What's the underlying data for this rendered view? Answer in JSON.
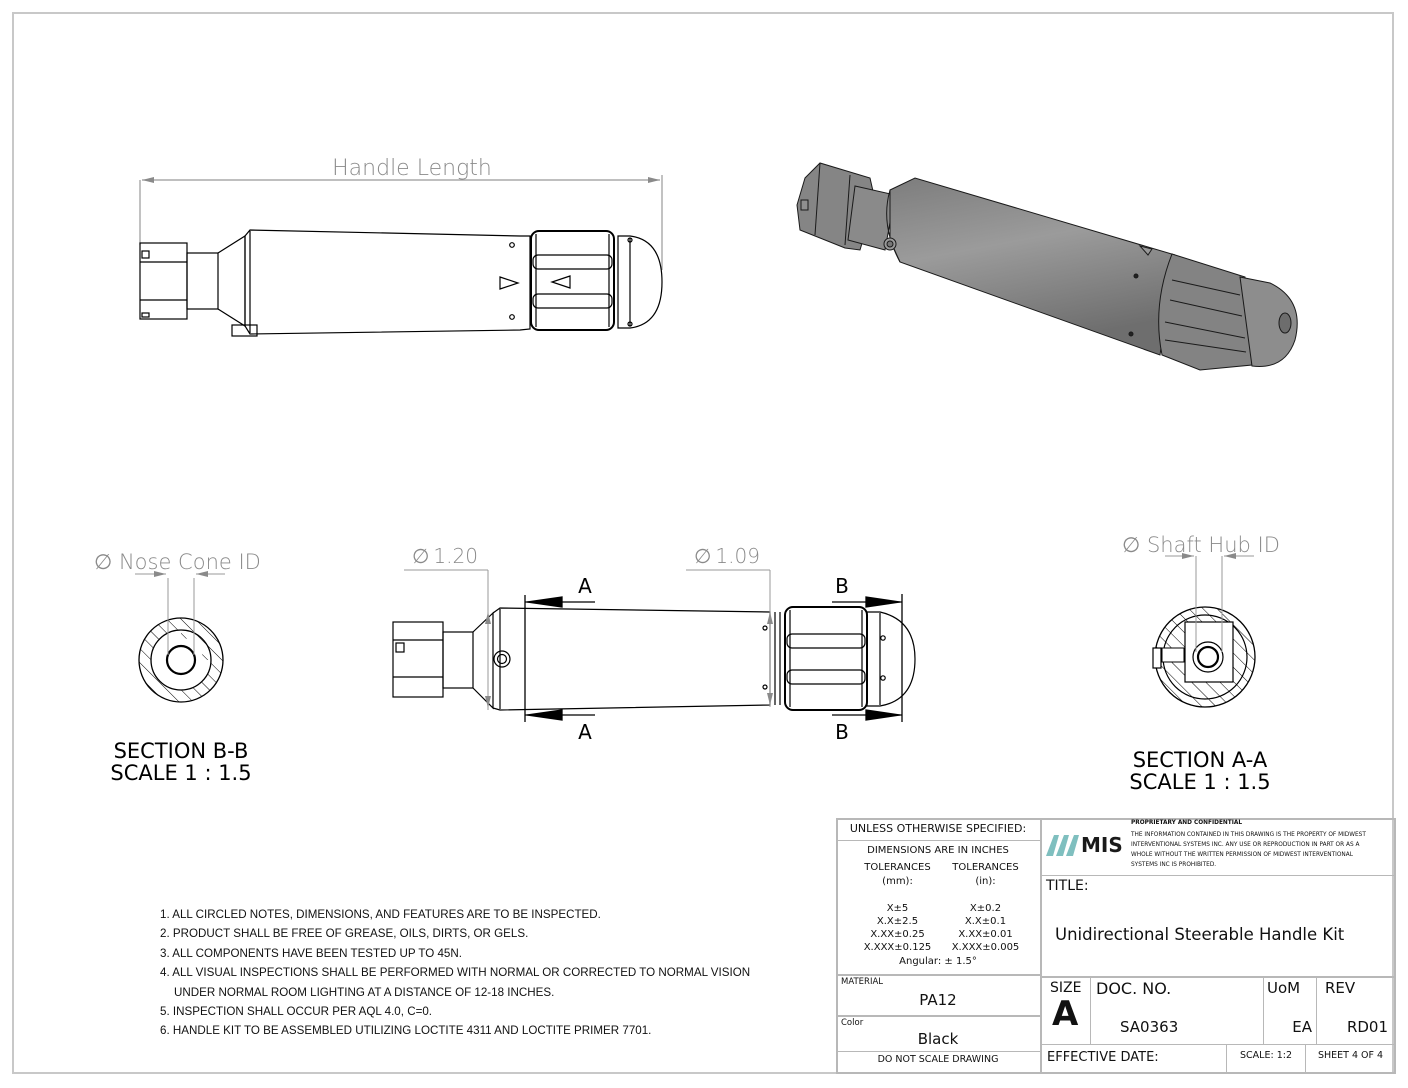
{
  "drawing": {
    "top_view": {
      "dimension_label": "Handle Length"
    },
    "isometric_view": {
      "fill_color": "#8c8c8c"
    },
    "side_view": {
      "dim_left": {
        "symbol": "∅",
        "value": "1.20"
      },
      "dim_right": {
        "symbol": "∅",
        "value": "1.09"
      },
      "section_markers": {
        "a": "A",
        "b": "B"
      }
    },
    "section_bb": {
      "dimension_label": "∅ Nose Cone ID",
      "title": "SECTION B-B",
      "scale": "SCALE 1 : 1.5"
    },
    "section_aa": {
      "dimension_label": "∅ Shaft Hub ID",
      "title": "SECTION A-A",
      "scale": "SCALE 1 : 1.5"
    }
  },
  "notes": [
    "1. ALL CIRCLED NOTES, DIMENSIONS, AND FEATURES ARE TO BE INSPECTED.",
    "2. PRODUCT SHALL BE FREE OF GREASE, OILS, DIRTS, OR GELS.",
    "3. ALL COMPONENTS HAVE BEEN TESTED UP TO 45N.",
    "4. ALL VISUAL INSPECTIONS SHALL BE PERFORMED WITH NORMAL OR CORRECTED TO NORMAL VISION",
    "UNDER NORMAL ROOM LIGHTING AT A DISTANCE OF 12-18 INCHES.",
    "5. INSPECTION SHALL OCCUR PER AQL  4.0, C=0.",
    "6. HANDLE KIT TO BE ASSEMBLED UTILIZING LOCTITE 4311 AND LOCTITE PRIMER 7701."
  ],
  "title_block": {
    "unless_specified": "UNLESS OTHERWISE SPECIFIED:",
    "dimensions_units": "DIMENSIONS ARE IN INCHES",
    "tolerances_mm_header": "TOLERANCES",
    "tolerances_mm_unit": "(mm):",
    "tolerances_in_header": "TOLERANCES",
    "tolerances_in_unit": "(in):",
    "tolerances_mm": [
      "X±5",
      "X.X±2.5",
      "X.XX±0.25",
      "X.XXX±0.125"
    ],
    "tolerances_in": [
      "X±0.2",
      "X.X±0.1",
      "X.XX±0.01",
      "X.XXX±0.005"
    ],
    "angular": "Angular: ± 1.5°",
    "material_label": "MATERIAL",
    "material_value": "PA12",
    "color_label": "Color",
    "color_value": "Black",
    "do_not_scale": "DO NOT SCALE DRAWING",
    "logo_text": "MIS",
    "logo_color": "#7fbfbf",
    "proprietary_title": "PROPRIETARY AND CONFIDENTIAL",
    "proprietary_lines": [
      "THE INFORMATION CONTAINED IN THIS DRAWING IS THE PROPERTY OF MIDWEST",
      "INTERVENTIONAL SYSTEMS INC. ANY USE OR REPRODUCTION IN PART OR AS A",
      "WHOLE WITHOUT THE WRITTEN PERMISSION OF MIDWEST INTERVENTIONAL",
      "SYSTEMS INC IS PROHIBITED."
    ],
    "title_label": "TITLE:",
    "title_value": "Unidirectional Steerable Handle Kit",
    "size_label": "SIZE",
    "size_value": "A",
    "doc_no_label": "DOC.  NO.",
    "doc_no_value": "SA0363",
    "uom_label": "UoM",
    "uom_value": "EA",
    "rev_label": "REV",
    "rev_value": "RD01",
    "effective_date_label": "EFFECTIVE DATE:",
    "scale": "SCALE: 1:2",
    "sheet": "SHEET 4 OF 4"
  }
}
